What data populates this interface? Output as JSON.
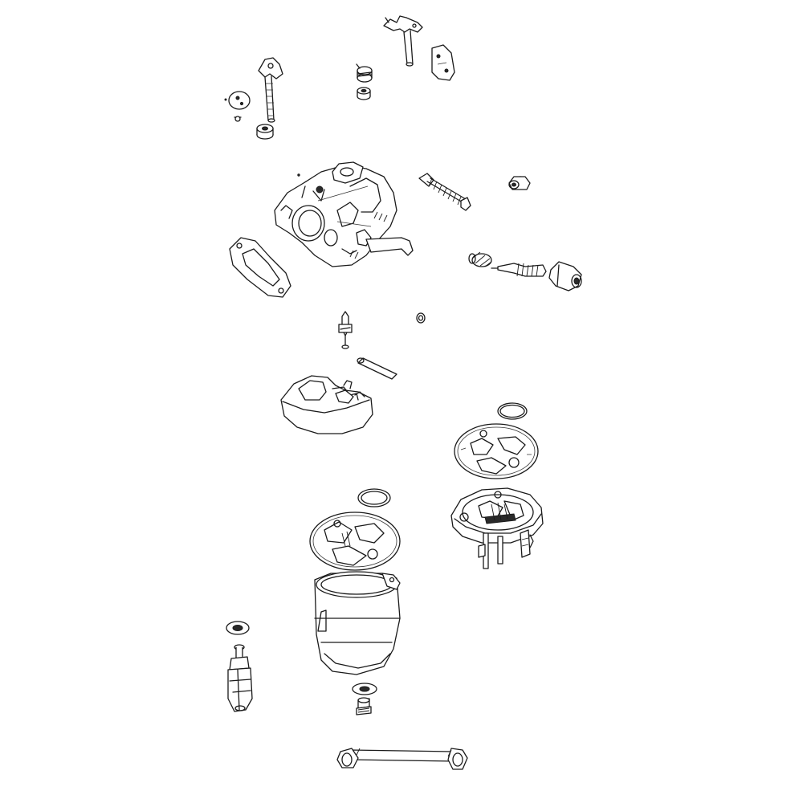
{
  "diagram": {
    "type": "exploded-parts-view",
    "subject": "carburetor-assembly",
    "background_color": "#ffffff",
    "line_color": "#1a1a1a",
    "parts": [
      {
        "name": "choke-shaft-lever"
      },
      {
        "name": "choke-plate"
      },
      {
        "name": "choke-screw"
      },
      {
        "name": "choke-seal"
      },
      {
        "name": "throttle-shaft-spring"
      },
      {
        "name": "throttle-shaft-seal"
      },
      {
        "name": "throttle-shaft-lever"
      },
      {
        "name": "throttle-plate"
      },
      {
        "name": "carburetor-body"
      },
      {
        "name": "mounting-gasket"
      },
      {
        "name": "idle-speed-screw"
      },
      {
        "name": "idle-jet-plug"
      },
      {
        "name": "mixture-spring"
      },
      {
        "name": "mixture-needle"
      },
      {
        "name": "limiter-cap"
      },
      {
        "name": "inlet-needle"
      },
      {
        "name": "welch-plug"
      },
      {
        "name": "float-pin"
      },
      {
        "name": "float"
      },
      {
        "name": "o-ring-right"
      },
      {
        "name": "pump-gasket-right"
      },
      {
        "name": "fuel-pump-plate"
      },
      {
        "name": "o-ring-left"
      },
      {
        "name": "pump-gasket-left"
      },
      {
        "name": "float-bowl"
      },
      {
        "name": "bowl-washer"
      },
      {
        "name": "bowl-drain-screw"
      },
      {
        "name": "main-jet-washer"
      },
      {
        "name": "main-jet-emulsion-tube"
      },
      {
        "name": "primer-tube"
      }
    ]
  }
}
